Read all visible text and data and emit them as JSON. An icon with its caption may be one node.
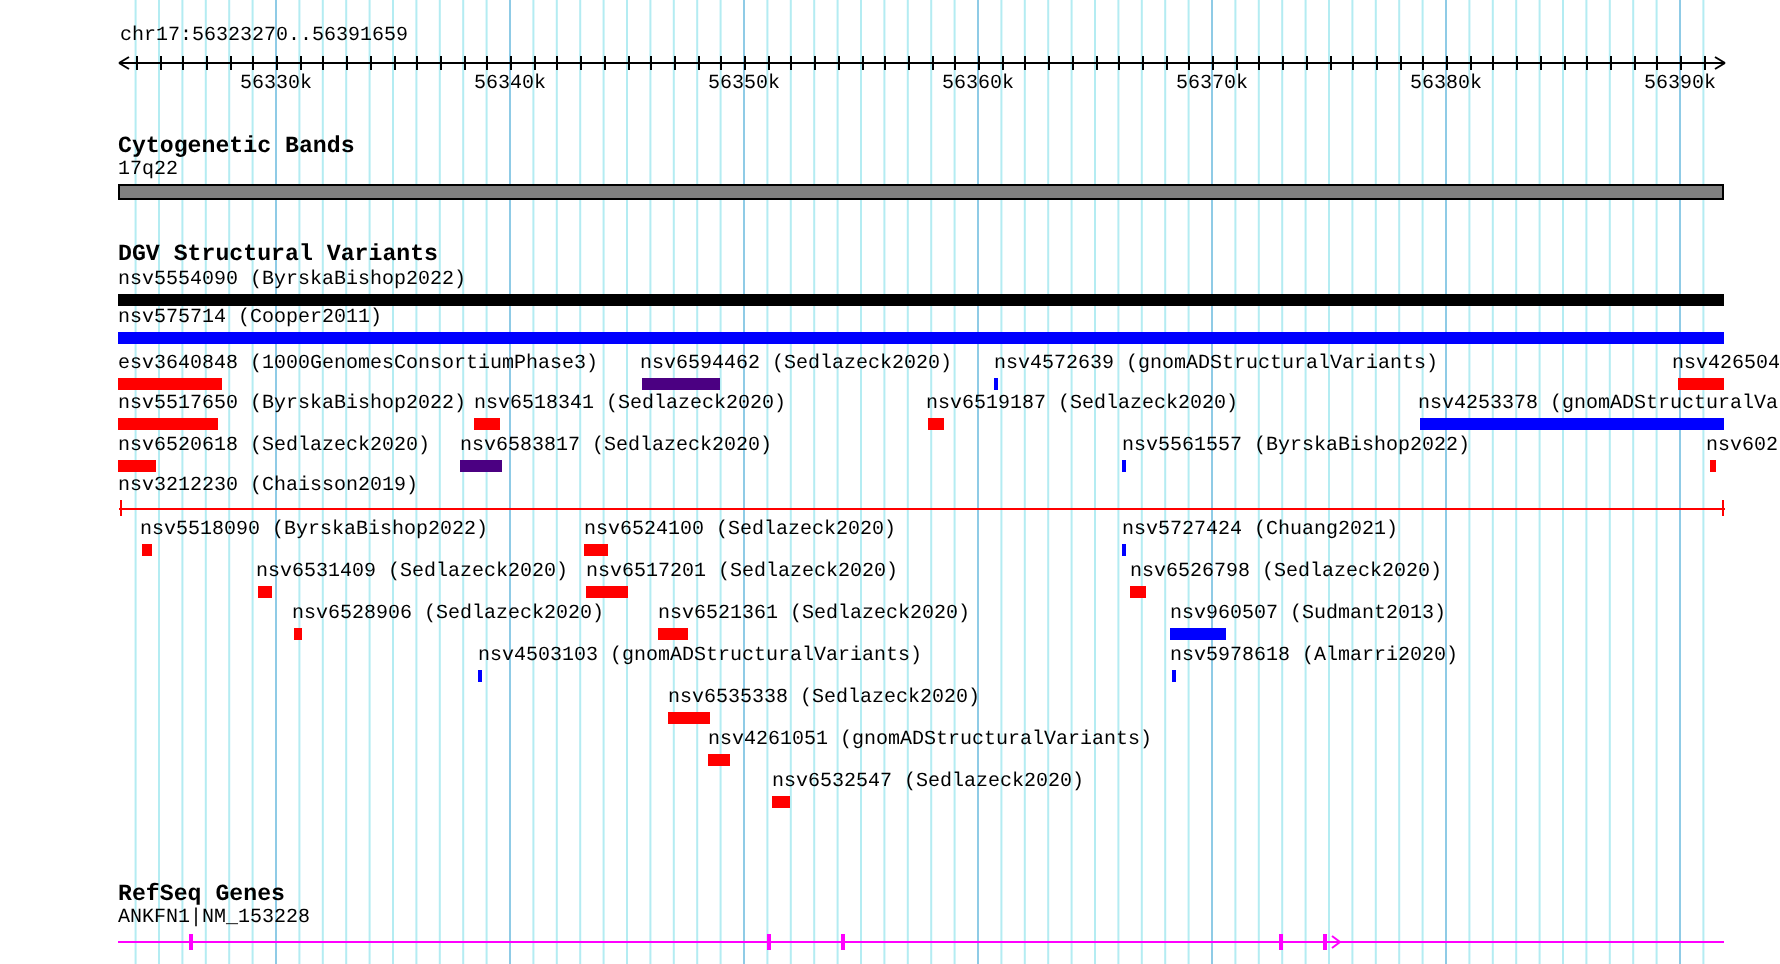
{
  "diagram": {
    "nodes": [
      {
        "text": [
          "Cytogenetic Bands"
        ]
      },
      {
        "text": [
          "17q22"
        ],
        "in": 0
      },
      {
        "text": [
          "DGV Structural Variants"
        ]
      },
      {
        "text": [
          "nsv5554090 (ByrskaBishop2022)"
        ],
        "in": 2
      },
      {
        "text": [
          "nsv575714 (Cooper2011)"
        ],
        "in": 2
      },
      {
        "text": [
          "esv3640848 (1000GenomesConsortiumPhase3)"
        ],
        "in": 2
      },
      {
        "text": [
          "nsv6594462 (Sedlazeck2020)"
        ],
        "in": 2
      },
      {
        "text": [
          "nsv4572639 (gnomADStructuralVariants)"
        ],
        "in": 2
      },
      {
        "text": [
          "nsv426504"
        ],
        "in": 2
      },
      {
        "text": [
          "nsv5517650 (ByrskaBishop2022)"
        ],
        "in": 2
      },
      {
        "text": [
          "nsv6518341 (Sedlazeck2020)"
        ],
        "in": 2
      },
      {
        "text": [
          "nsv6519187 (Sedlazeck2020)"
        ],
        "in": 2
      },
      {
        "text": [
          "nsv4253378 (gnomADStructuralVa"
        ],
        "in": 2
      },
      {
        "text": [
          "nsv6520618 (Sedlazeck2020)"
        ],
        "in": 2
      },
      {
        "text": [
          "nsv6583817 (Sedlazeck2020)"
        ],
        "in": 2
      },
      {
        "text": [
          "nsv5561557 (ByrskaBishop2022)"
        ],
        "in": 2
      },
      {
        "text": [
          "nsv602"
        ],
        "in": 2
      },
      {
        "text": [
          "nsv3212230 (Chaisson2019)"
        ],
        "in": 2
      },
      {
        "text": [
          "nsv5518090 (ByrskaBishop2022)"
        ],
        "in": 2
      },
      {
        "text": [
          "nsv6524100 (Sedlazeck2020)"
        ],
        "in": 2
      },
      {
        "text": [
          "nsv5727424 (Chuang2021)"
        ],
        "in": 2
      },
      {
        "text": [
          "nsv6531409 (Sedlazeck2020)"
        ],
        "in": 2
      },
      {
        "text": [
          "nsv6517201 (Sedlazeck2020)"
        ],
        "in": 2
      },
      {
        "text": [
          "nsv6526798 (Sedlazeck2020)"
        ],
        "in": 2
      },
      {
        "text": [
          "nsv6528906 (Sedlazeck2020)"
        ],
        "in": 2
      },
      {
        "text": [
          "nsv6521361 (Sedlazeck2020)"
        ],
        "in": 2
      },
      {
        "text": [
          "nsv960507 (Sudmant2013)"
        ],
        "in": 2
      },
      {
        "text": [
          "nsv4503103 (gnomADStructuralVariants)"
        ],
        "in": 2
      },
      {
        "text": [
          "nsv5978618 (Almarri2020)"
        ],
        "in": 2
      },
      {
        "text": [
          "nsv6535338 (Sedlazeck2020)"
        ],
        "in": 2
      },
      {
        "text": [
          "nsv4261051 (gnomADStructuralVariants)"
        ],
        "in": 2
      },
      {
        "text": [
          "nsv6532547 (Sedlazeck2020)"
        ],
        "in": 2
      },
      {
        "text": [
          "RefSeq Genes"
        ]
      },
      {
        "text": [
          "ANKFN1|NM_153228"
        ],
        "in": 32
      }
    ],
    "edges": [],
    "labels": [
      "chr17:56323270..56391659",
      "56330k",
      "56340k",
      "56350k",
      "56360k",
      "56370k",
      "56380k",
      "56390k"
    ]
  }
}
